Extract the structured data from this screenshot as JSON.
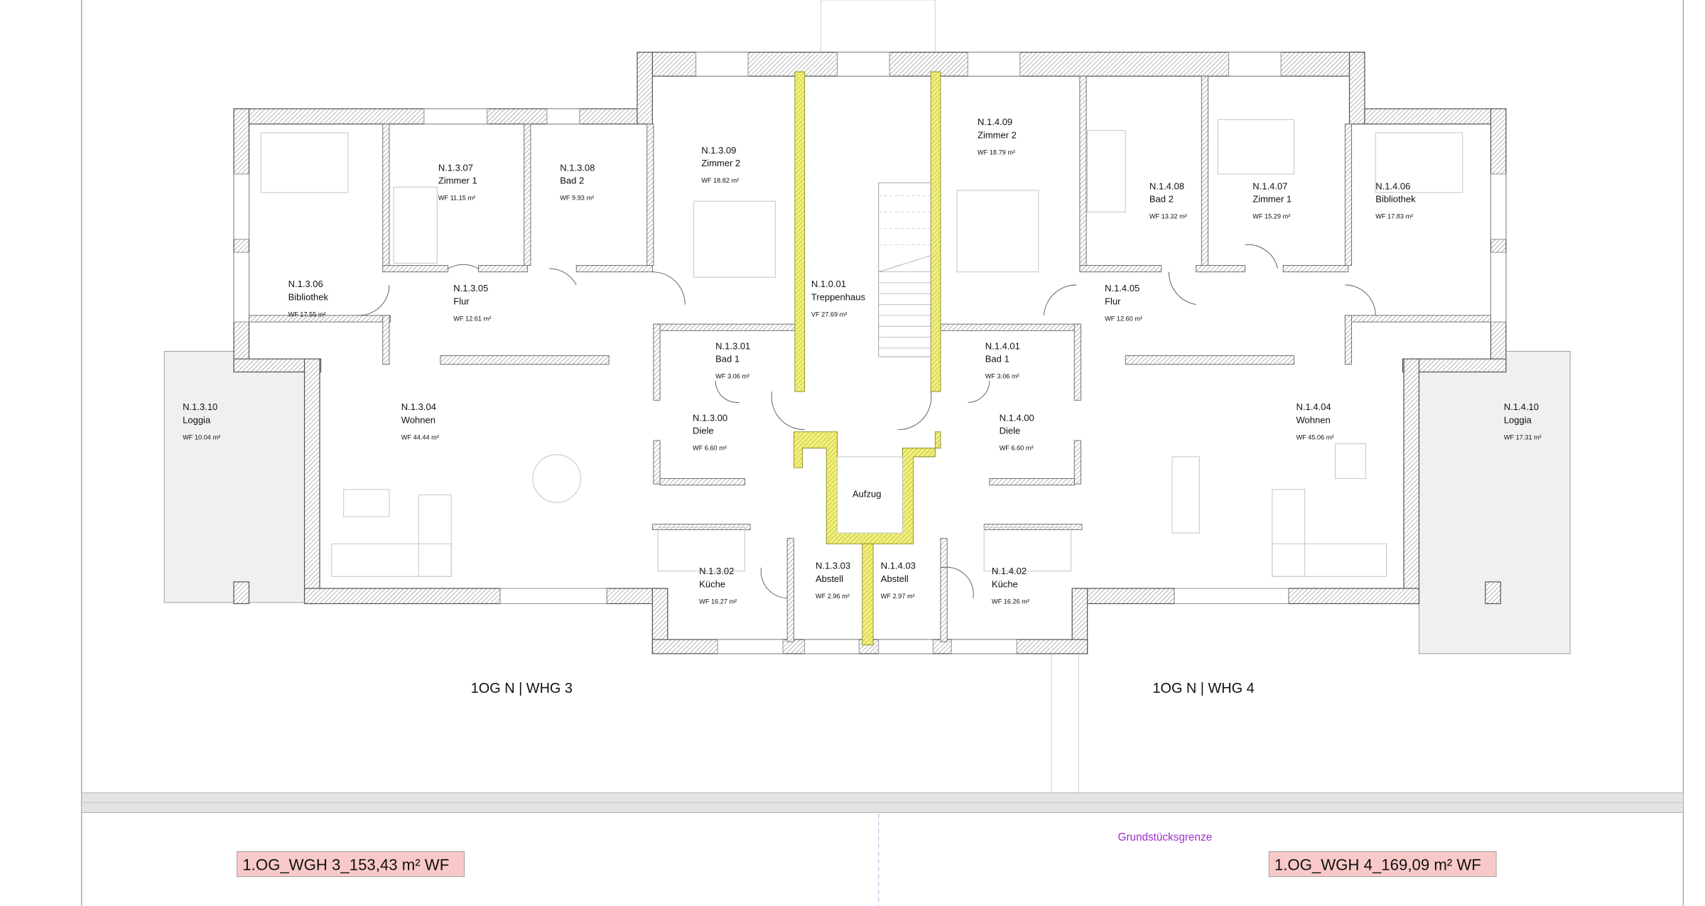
{
  "rooms": {
    "r1307": {
      "id": "N.1.3.07",
      "name": "Zimmer 1",
      "area": "WF 11.15 m²"
    },
    "r1308": {
      "id": "N.1.3.08",
      "name": "Bad 2",
      "area": "WF 9.93 m²"
    },
    "r1309": {
      "id": "N.1.3.09",
      "name": "Zimmer 2",
      "area": "WF 18.82 m²"
    },
    "r1001": {
      "id": "N.1.0.01",
      "name": "Treppenhaus",
      "area": "VF 27.69 m²"
    },
    "r1409": {
      "id": "N.1.4.09",
      "name": "Zimmer 2",
      "area": "WF 18.79 m²"
    },
    "r1408": {
      "id": "N.1.4.08",
      "name": "Bad 2",
      "area": "WF 13.32 m²"
    },
    "r1407": {
      "id": "N.1.4.07",
      "name": "Zimmer 1",
      "area": "WF 15.29 m²"
    },
    "r1406": {
      "id": "N.1.4.06",
      "name": "Bibliothek",
      "area": "WF 17.83 m²"
    },
    "r1306": {
      "id": "N.1.3.06",
      "name": "Bibliothek",
      "area": "WF 17.55 m²"
    },
    "r1305": {
      "id": "N.1.3.05",
      "name": "Flur",
      "area": "WF 12.61 m²"
    },
    "r1405": {
      "id": "N.1.4.05",
      "name": "Flur",
      "area": "WF 12.60 m²"
    },
    "r1301": {
      "id": "N.1.3.01",
      "name": "Bad 1",
      "area": "WF 3.06 m²"
    },
    "r1401": {
      "id": "N.1.4.01",
      "name": "Bad 1",
      "area": "WF 3.06 m²"
    },
    "r1310": {
      "id": "N.1.3.10",
      "name": "Loggia",
      "area": "WF 10.04 m²"
    },
    "r1304": {
      "id": "N.1.3.04",
      "name": "Wohnen",
      "area": "WF 44.44 m²"
    },
    "r1300": {
      "id": "N.1.3.00",
      "name": "Diele",
      "area": "WF 6.60 m²"
    },
    "r1400": {
      "id": "N.1.4.00",
      "name": "Diele",
      "area": "WF 6.60 m²"
    },
    "r1404": {
      "id": "N.1.4.04",
      "name": "Wohnen",
      "area": "WF 45.06 m²"
    },
    "r1410": {
      "id": "N.1.4.10",
      "name": "Loggia",
      "area": "WF 17.31 m²"
    },
    "r1302": {
      "id": "N.1.3.02",
      "name": "Küche",
      "area": "WF 16.27 m²"
    },
    "r1303": {
      "id": "N.1.3.03",
      "name": "Abstell",
      "area": "WF 2.96 m²"
    },
    "r1403": {
      "id": "N.1.4.03",
      "name": "Abstell",
      "area": "WF 2.97 m²"
    },
    "r1402": {
      "id": "N.1.4.02",
      "name": "Küche",
      "area": "WF 16.26 m²"
    }
  },
  "elevator": "Aufzug",
  "units": {
    "whg3": "1OG N | WHG 3",
    "whg4": "1OG N | WHG 4"
  },
  "boundary_label": "Grundstücksgrenze",
  "summaries": {
    "whg3": "1.OG_WGH 3_153,43 m² WF",
    "whg4": "1.OG_WGH 4_169,09 m² WF"
  },
  "colors": {
    "core_wall": "#f0f07a",
    "summary_bg": "#f9c9c9",
    "boundary": "#9b30c8",
    "loggia": "#f0f0f0"
  }
}
